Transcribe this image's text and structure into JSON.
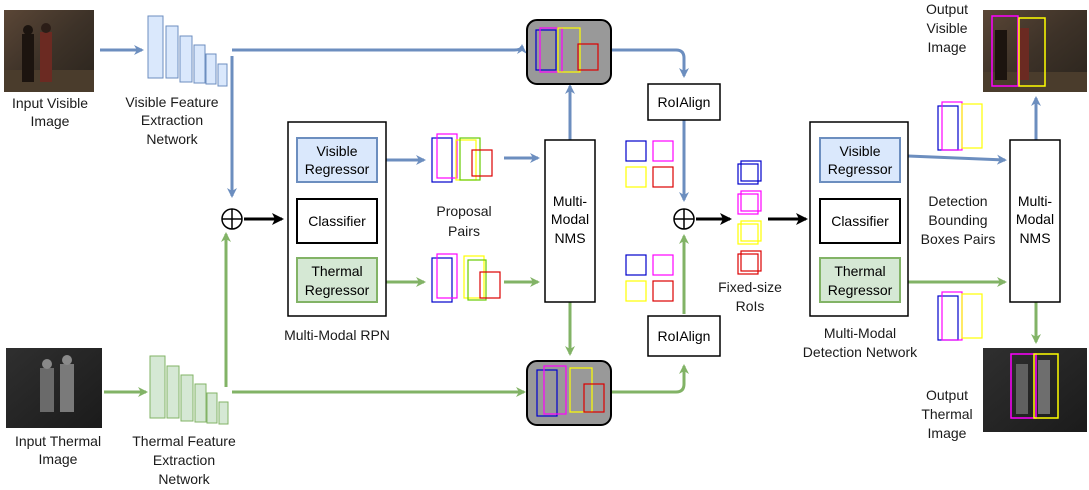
{
  "colors": {
    "blue": "#6c8ebf",
    "green": "#82b366",
    "blue_fill": "#dae8fc",
    "green_fill": "#d5e8d4",
    "feature_box": "#999999",
    "bbox_colors": [
      "#0000cc",
      "#ff00ff",
      "#ffff00",
      "#66cc00",
      "#dd0000"
    ]
  },
  "labels": {
    "input_visible": [
      "Input Visible",
      "Image"
    ],
    "input_thermal": [
      "Input Thermal",
      "Image"
    ],
    "visible_fe": [
      "Visible Feature",
      "Extraction",
      "Network"
    ],
    "thermal_fe": [
      "Thermal Feature",
      "Extraction",
      "Network"
    ],
    "rpn_visible_reg": [
      "Visible",
      "Regressor"
    ],
    "rpn_classifier": "Classifier",
    "rpn_thermal_reg": [
      "Thermal",
      "Regressor"
    ],
    "rpn_title": "Multi-Modal RPN",
    "proposal_pairs": [
      "Proposal",
      "Pairs"
    ],
    "mm_nms_1": [
      "Multi-",
      "Modal",
      "NMS"
    ],
    "roialign_top": "RoIAlign",
    "roialign_bottom": "RoIAlign",
    "fixed_size_rois": [
      "Fixed-size",
      "RoIs"
    ],
    "det_visible_reg": [
      "Visible",
      "Regressor"
    ],
    "det_classifier": "Classifier",
    "det_thermal_reg": [
      "Thermal",
      "Regressor"
    ],
    "det_title": [
      "Multi-Modal",
      "Detection Network"
    ],
    "detection_pairs": [
      "Detection",
      "Bounding",
      "Boxes Pairs"
    ],
    "mm_nms_2": [
      "Multi-",
      "Modal",
      "NMS"
    ],
    "output_visible": [
      "Output",
      "Visible",
      "Image"
    ],
    "output_thermal": [
      "Output",
      "Thermal",
      "Image"
    ]
  }
}
